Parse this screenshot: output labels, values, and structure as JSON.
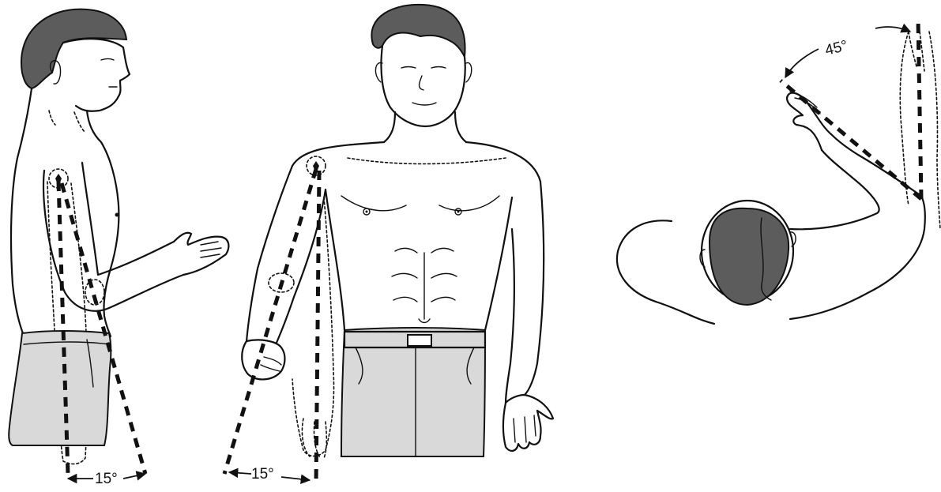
{
  "figures": [
    {
      "id": "side-view",
      "angle_label": "15°"
    },
    {
      "id": "front-view",
      "angle_label": "15°"
    },
    {
      "id": "top-view",
      "angle_label": "45°"
    }
  ]
}
